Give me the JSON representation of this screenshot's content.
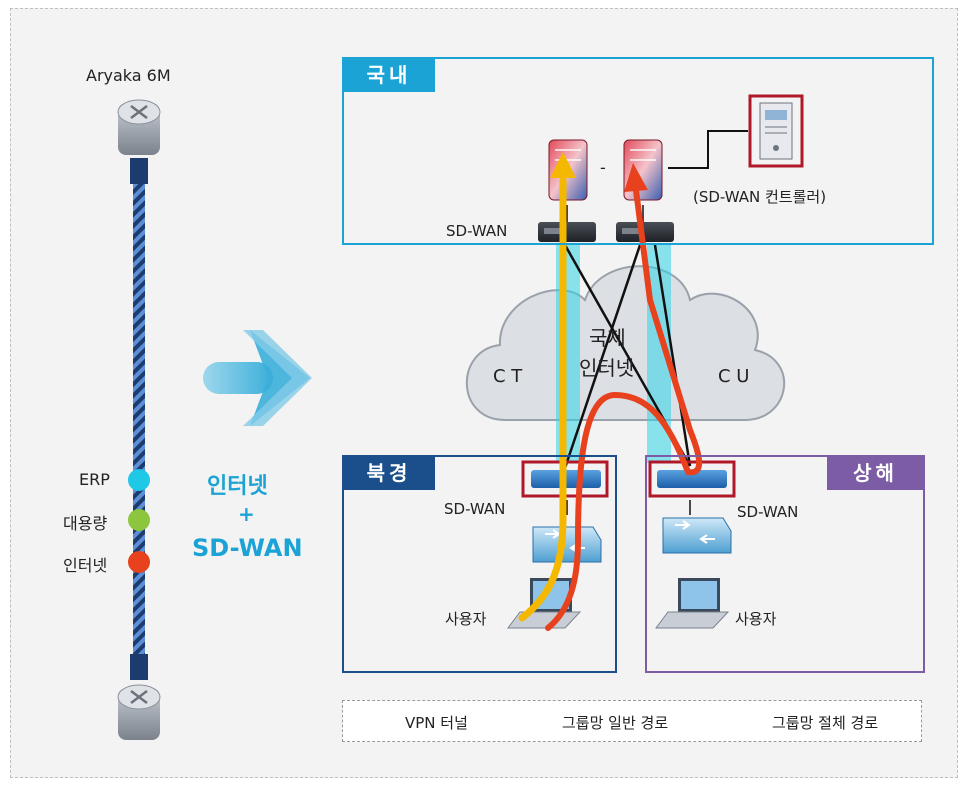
{
  "left_panel": {
    "title": "Aryaka 6M",
    "legend_items": [
      {
        "label": "ERP",
        "color": "#1ec8e6"
      },
      {
        "label": "대용량",
        "color": "#8cc63f"
      },
      {
        "label": "인터넷",
        "color": "#e8411e"
      }
    ],
    "combo_line1": "인터넷",
    "combo_line2": "+",
    "combo_line3": "SD-WAN",
    "combo_color": "#1ba3d6"
  },
  "sites": {
    "domestic": {
      "label": "국내",
      "color": "#1ba3d6"
    },
    "beijing": {
      "label": "북경",
      "color": "#1a4f8c"
    },
    "shanghai": {
      "label": "상해",
      "color": "#7c5ca5"
    }
  },
  "labels": {
    "sdwan_domestic": "SD-WAN",
    "sdwan_beijing": "SD-WAN",
    "sdwan_shanghai": "SD-WAN",
    "controller": "(SD-WAN 컨트롤러)",
    "dash": "-",
    "user_beijing": "사용자",
    "user_shanghai": "사용자",
    "cloud_ct": "C T",
    "cloud_cu": "C U",
    "cloud_center_1": "국제",
    "cloud_center_2": "인터넷"
  },
  "legend": {
    "vpn": "VPN 터널",
    "normal_path": "그룹망 일반 경로",
    "cut_path": "그룹망 절체 경로",
    "vpn_color": "#2fd3e6",
    "normal_color": "#f5b800",
    "cut_color": "#e8411e"
  },
  "icons": [
    "router-icon",
    "firewall-icon",
    "server-icon",
    "sdwan-appliance-icon",
    "switch-icon",
    "laptop-icon",
    "arrow-right-icon",
    "cloud-icon"
  ]
}
